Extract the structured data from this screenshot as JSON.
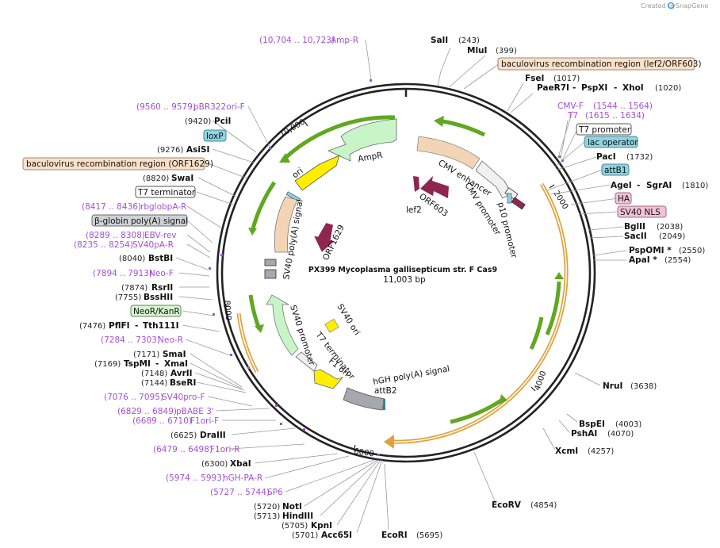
{
  "branding": {
    "created_by": "Created by",
    "product": "SnapGene"
  },
  "plasmid": {
    "name": "PX399 Mycoplasma gallisepticum str. F Cas9",
    "size": "11,003 bp"
  },
  "ticks": [
    "2000",
    "4000",
    "6000",
    "8000",
    "10,000"
  ],
  "features": {
    "ampr": "AmpR",
    "ori_main": "ori",
    "cmv_enhancer": "CMV enhancer",
    "cmv_promoter": "CMV promoter",
    "p10_promoter": "p10 promoter",
    "orf603": "ORF603",
    "lef2": "lef2",
    "orf1629": "ORF1629",
    "sv40_polya": "SV40 poly(A) signal",
    "sv40_ori": "SV40 ori",
    "sv40_promoter": "SV40 promoter",
    "t7_terminator": "T7 terminator",
    "f1_ori": "F1 ori",
    "hgh_polya": "hGH poly(A) signal",
    "attb2": "attB2"
  },
  "boxes": {
    "baculo_lef2": "baculovirus recombination region (lef2/ORF603)",
    "t7_promoter": "T7 promoter",
    "lac_operator": "lac operator",
    "attb1": "attB1",
    "ha": "HA",
    "sv40_nls": "SV40 NLS",
    "loxp": "loxP",
    "baculo_orf1629": "baculovirus recombination region (ORF1629)",
    "t7_terminator": "T7 terminator",
    "bglobin": "β-globin poly(A) signal",
    "neor": "NeoR/KanR"
  },
  "right": {
    "sali": "SalI",
    "sali_pos": "(243)",
    "mlui": "MluI",
    "mlui_pos": "(399)",
    "fsei": "FseI",
    "fsei_pos": "(1017)",
    "paer7i": "PaeR7I",
    "pspxi": "PspXI",
    "xhoi": "XhoI",
    "xhoi_pos": "(1020)",
    "cmvf": "CMV-F",
    "cmvf_pos": "(1544 .. 1564)",
    "t7": "T7",
    "t7_pos": "(1615 .. 1634)",
    "paci": "PacI",
    "paci_pos": "(1732)",
    "agei": "AgeI",
    "sgrai": "SgrAI",
    "sgrai_pos": "(1810)",
    "bglii": "BglII",
    "bglii_pos": "(2038)",
    "sacii": "SacII",
    "sacii_pos": "(2049)",
    "pspomi": "PspOMI *",
    "pspomi_pos": "(2550)",
    "apai": "ApaI *",
    "apai_pos": "(2554)",
    "nrui": "NruI",
    "nrui_pos": "(3638)",
    "bspei": "BspEI",
    "bspei_pos": "(4003)",
    "pshai": "PshAI",
    "pshai_pos": "(4070)",
    "xcmi": "XcmI",
    "xcmi_pos": "(4257)",
    "ecorv": "EcoRV",
    "ecorv_pos": "(4854)",
    "ecori": "EcoRI",
    "ecori_pos": "(5695)"
  },
  "left": {
    "ampr_pos": "(10,704 .. 10,723)",
    "ampr": "Amp-R",
    "pbr_pos": "(9560 .. 9579)",
    "pbr": "pBR322ori-F",
    "pcii_pos": "(9420)",
    "pcii": "PciI",
    "asisi_pos": "(9276)",
    "asisi": "AsiSI",
    "swai_pos": "(8820)",
    "swai": "SwaI",
    "rbglob_pos": "(8417 .. 8436)",
    "rbglob": "rbglobpA-R",
    "ebv_pos": "(8289 .. 8308)",
    "ebv": "EBV-rev",
    "sv40pa_pos": "(8235 .. 8254)",
    "sv40pa": "SV40pA-R",
    "bstbi_pos": "(8040)",
    "bstbi": "BstBI",
    "neof_pos": "(7894 .. 7913)",
    "neof": "Neo-F",
    "rsrii_pos": "(7874)",
    "rsrii": "RsrII",
    "bsshii_pos": "(7755)",
    "bsshii": "BssHII",
    "pflfi_pos": "(7476)",
    "pflfi": "PflFI",
    "tth111i": "Tth111I",
    "neor_pos": "(7284 .. 7303)",
    "neor": "Neo-R",
    "smai_pos": "(7171)",
    "smai": "SmaI",
    "tspmi_pos": "(7169)",
    "tspmi": "TspMI",
    "xmai": "XmaI",
    "avrii_pos": "(7148)",
    "avrii": "AvrII",
    "bseri_pos": "(7144)",
    "bseri": "BseRI",
    "sv40pro_pos": "(7076 .. 7095)",
    "sv40pro": "SV40pro-F",
    "pbabe_pos": "(6829 .. 6849)",
    "pbabe": "pBABE 3'",
    "f1orif_pos": "(6689 .. 6710)",
    "f1orif": "F1ori-F",
    "draiii_pos": "(6625)",
    "draiii": "DraIII",
    "f1orir_pos": "(6479 .. 6498)",
    "f1orir": "F1ori-R",
    "xbai_pos": "(6300)",
    "xbai": "XbaI",
    "hgh_pos": "(5974 .. 5993)",
    "hgh": "hGH-PA-R",
    "sp6_pos": "(5727 .. 5744)",
    "sp6": "SP6",
    "noti_pos": "(5720)",
    "noti": "NotI",
    "hindiii_pos": "(5713)",
    "hindiii": "HindIII",
    "kpni_pos": "(5705)",
    "kpni": "KpnI",
    "acc65i_pos": "(5701)",
    "acc65i": "Acc65I"
  },
  "colors": {
    "backbone": "#222222",
    "origin": "#f3d5b5",
    "promoter": "#f0f0f0",
    "ampr": "#c8f5c8",
    "ori": "#ffee00",
    "orf": "#8f2550",
    "cds_green": "#5fa81f",
    "cds_orange": "#e2a23a",
    "polya": "#a5a9ad",
    "primer": "#a64fd6",
    "box_cyan": "#8fd4e0",
    "box_peach": "#fbe0c7",
    "box_pink": "#f2c3d6",
    "box_green": "#d7f5d0",
    "box_gray": "#cfd2d5"
  }
}
